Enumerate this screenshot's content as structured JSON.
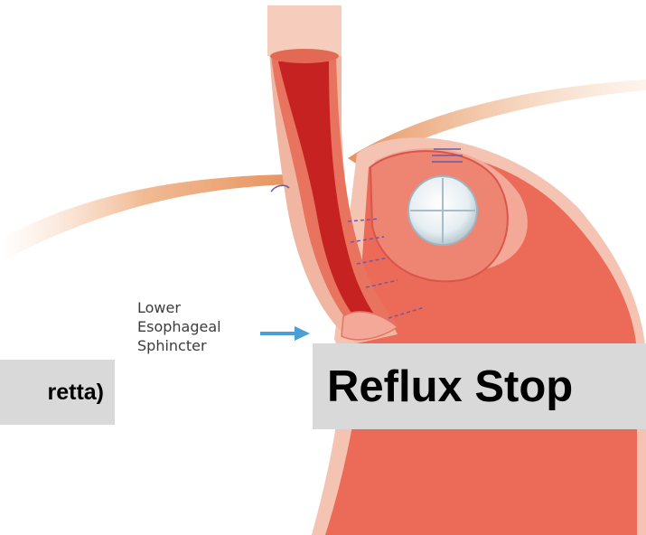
{
  "labels": {
    "sphincter": [
      "Lower",
      "Esophageal",
      "Sphincter"
    ]
  },
  "captions": {
    "left": "retta)",
    "right": "Reflux Stop"
  },
  "colors": {
    "esophagus_lumen": "#c62222",
    "esophagus_wall": "#e8735f",
    "stomach": "#e8584a",
    "stomach_outer": "#f2b9a8",
    "diaphragm": "#e6935e",
    "arrow": "#4a9fd8",
    "caption_bg": "#d9d9d9"
  }
}
